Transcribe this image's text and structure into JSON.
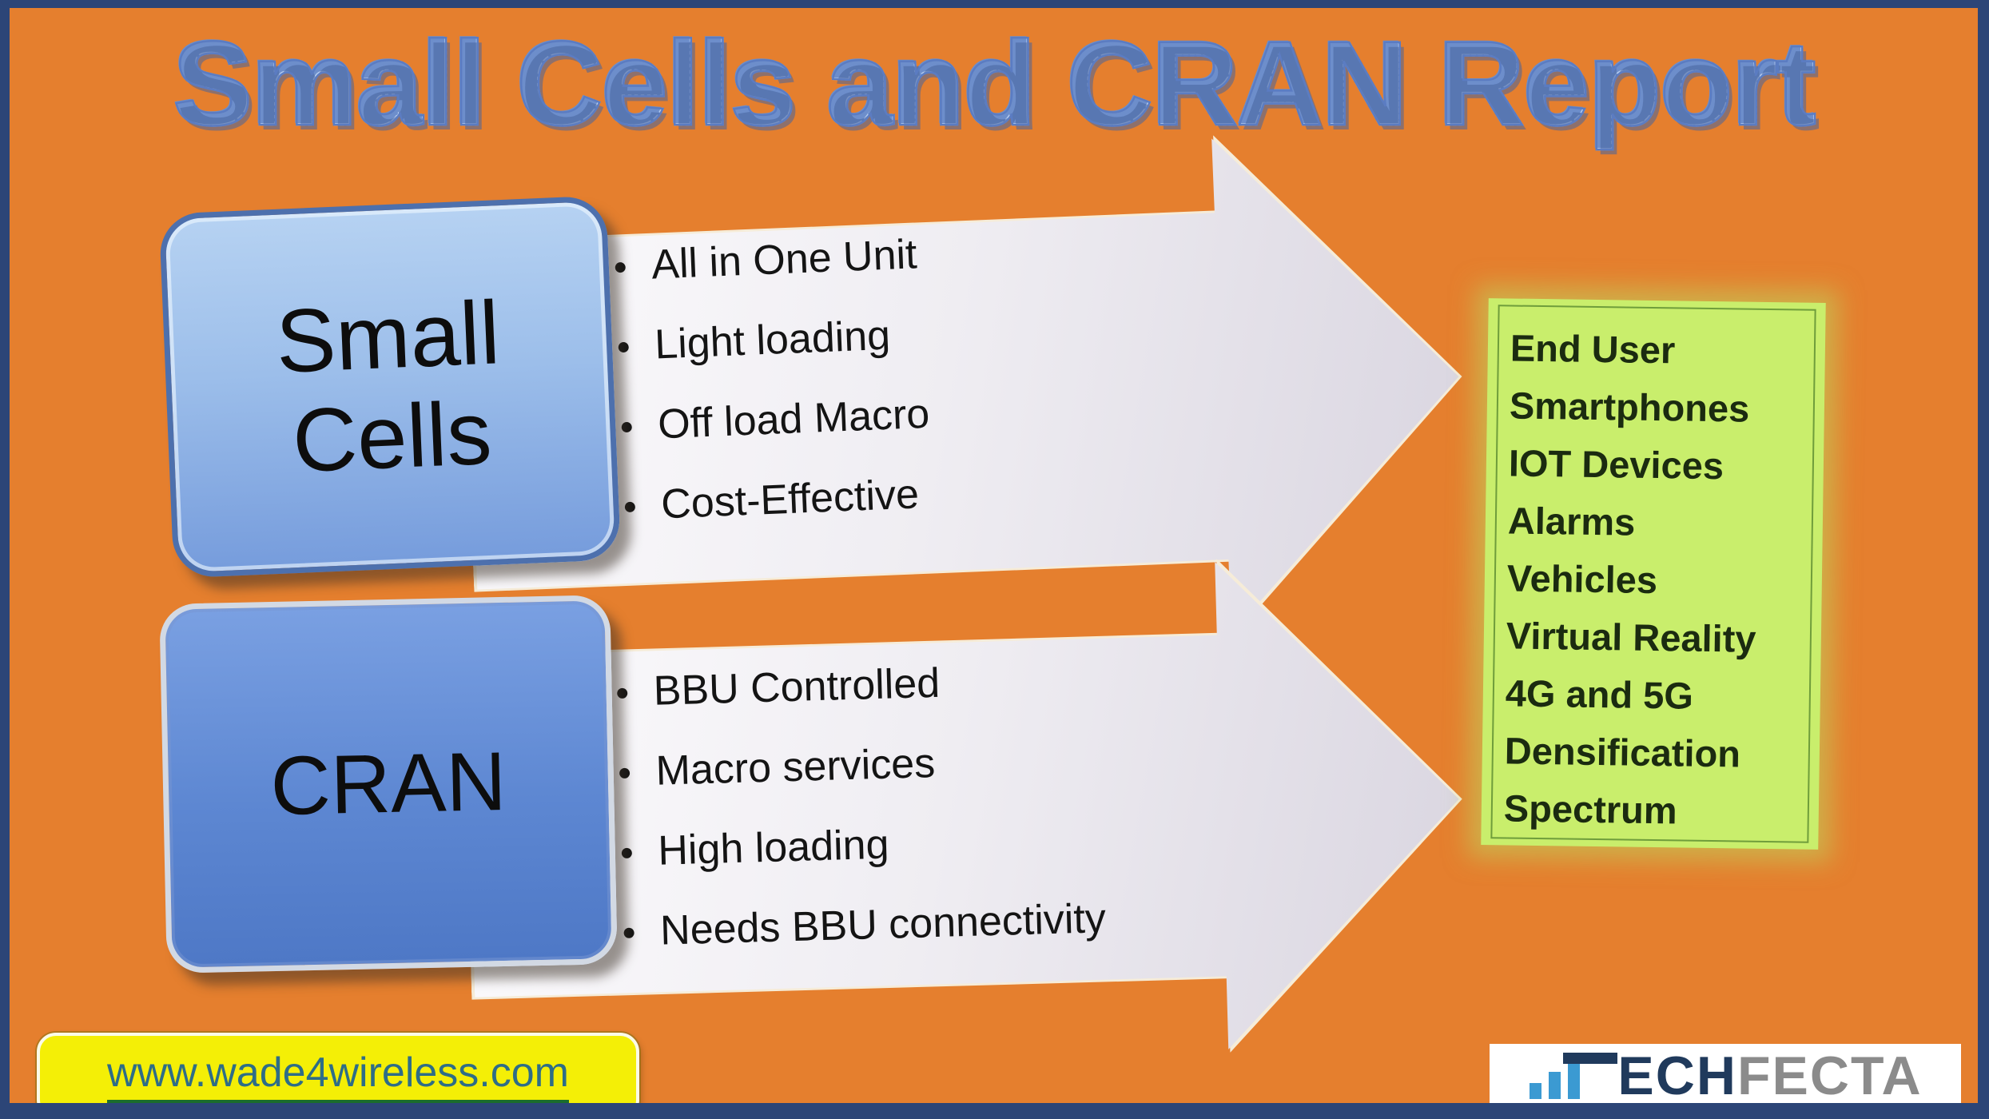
{
  "title": "Small Cells and CRAN Report",
  "small_cells": {
    "label": "Small Cells",
    "bullets": [
      "All in One Unit",
      "Light loading",
      "Off load Macro",
      "Cost-Effective"
    ]
  },
  "cran": {
    "label": "CRAN",
    "bullets": [
      "BBU Controlled",
      "Macro services",
      "High loading",
      "Needs BBU connectivity"
    ]
  },
  "applications": [
    "End User",
    "Smartphones",
    "IOT Devices",
    "Alarms",
    "Vehicles",
    "Virtual Reality",
    "4G and 5G",
    "Densification",
    "Spectrum"
  ],
  "footer": {
    "website": "www.wade4wireless.com",
    "brand": {
      "full": "TECHFECTA",
      "ech": "ECH",
      "fecta": "FECTA"
    }
  },
  "colors": {
    "background_orange": "#e57f2e",
    "frame_navy": "#2c4577",
    "title_blue": "#a9c2e8",
    "title_outline_blue": "#5b7cc2",
    "small_cells_box_blue": "#9cbeea",
    "cran_box_blue": "#5d87d2",
    "arrow_fill": "#efedf2",
    "arrow_edge_cream": "#f6ecd8",
    "applications_green": "#c9ee6c",
    "applications_text_green": "#1b2b10",
    "banner_yellow": "#f4ef06",
    "website_teal": "#2e6d87",
    "underline_green": "#1b6d2c",
    "brand_navy": "#203a5c",
    "brand_gray": "#8b8b8b",
    "brand_bar_blue": "#3b9ad2"
  }
}
